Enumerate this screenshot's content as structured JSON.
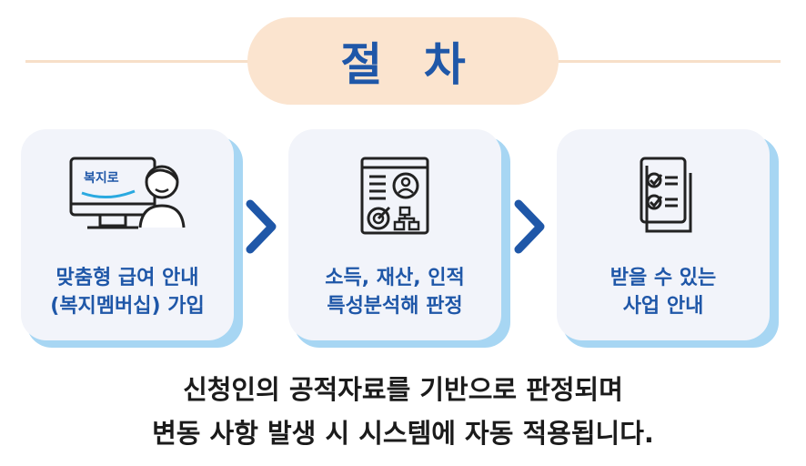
{
  "title": "절 차",
  "steps": [
    {
      "icon": "monitor-person-icon",
      "logo_text": "복지로",
      "lines": [
        "맞춤형 급여 안내",
        "(복지멤버십) 가입"
      ]
    },
    {
      "icon": "analysis-document-icon",
      "lines": [
        "소득, 재산, 인적",
        "특성분석해 판정"
      ]
    },
    {
      "icon": "checklist-icon",
      "lines": [
        "받을 수 있는",
        "사업 안내"
      ]
    }
  ],
  "footer": {
    "line1": "신청인의 공적자료를 기반으로 판정되며",
    "line2": "변동 사항 발생 시 시스템에 자동 적용됩니다."
  },
  "colors": {
    "accent": "#1f57a8",
    "pill": "#fbe4cf",
    "card": "#f2f4fa",
    "card_shadow": "#a7d6f3"
  }
}
